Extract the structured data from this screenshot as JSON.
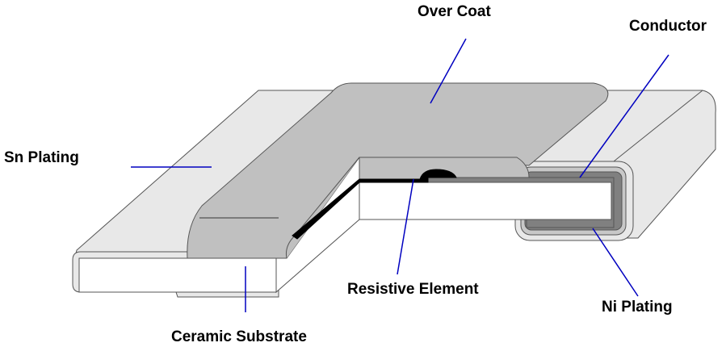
{
  "labels": {
    "over_coat": "Over Coat",
    "conductor": "Conductor",
    "sn_plating": "Sn Plating",
    "resistive_element": "Resistive Element",
    "ni_plating": "Ni Plating",
    "ceramic_substrate": "Ceramic Substrate"
  },
  "colors": {
    "overcoat": "#c0c0c0",
    "plating": "#e8e8e8",
    "conductor": "#808080",
    "resistive": "#000000",
    "substrate": "#ffffff",
    "leader": "#0000c0"
  }
}
